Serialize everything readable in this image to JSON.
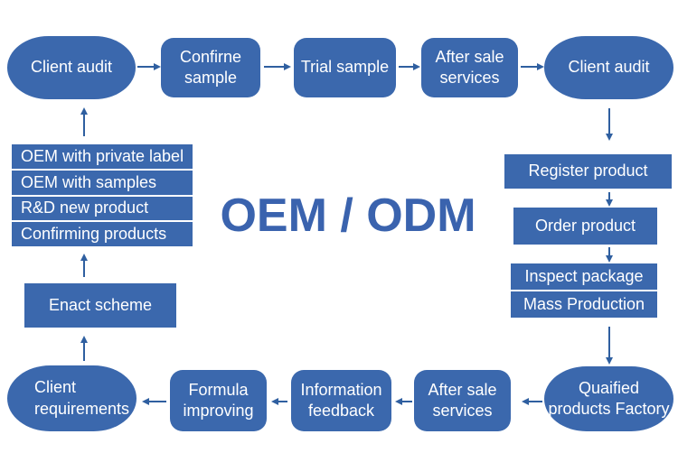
{
  "title": "OEM / ODM",
  "colors": {
    "node_fill": "#3B68AD",
    "arrow": "#2F5FA0",
    "title_text": "#3A63AE",
    "node_text": "#FFFFFF",
    "background": "#FFFFFF"
  },
  "nodes": {
    "client_audit_top_left": "Client audit",
    "confirm_sample": "Confirne\nsample",
    "trial_sample": "Trial sample",
    "after_sale_services_top": "After sale\nservices",
    "client_audit_top_right": "Client audit",
    "register_product": "Register product",
    "order_product": "Order product",
    "inspect_package": "Inspect package",
    "mass_production": "Mass Production",
    "qualified_factory": "Quaified\nproducts Factory",
    "after_sale_services_bottom": "After sale\nservices",
    "information_feedback": "Information\nfeedback",
    "formula_improving": "Formula\nimproving",
    "client_requirements": "Client\nrequirements",
    "enact_scheme": "Enact scheme",
    "oem_private_label": "OEM with private label",
    "oem_with_samples": "OEM with samples",
    "rd_new_product": "R&D new product",
    "confirming_products": "Confirming products"
  }
}
